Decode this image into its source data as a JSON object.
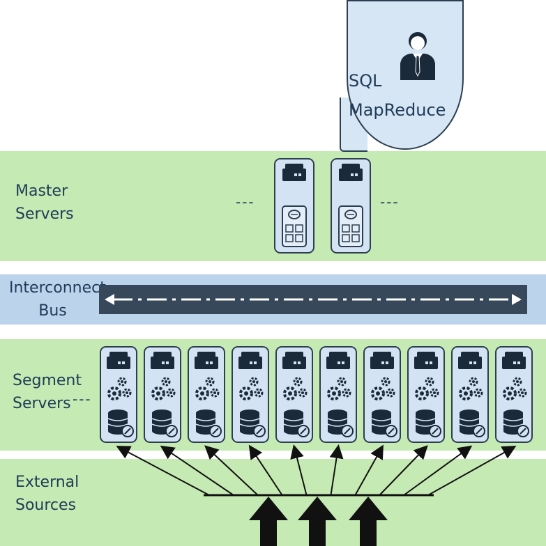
{
  "bubble": {
    "line1": "SQL",
    "line2": "MapReduce",
    "icon": "user-icon"
  },
  "bands": {
    "master": {
      "line1": "Master",
      "line2": "Servers",
      "dashes_left": "---",
      "dashes_right": "---"
    },
    "bus": {
      "line1": "Interconnect",
      "line2": "Bus"
    },
    "segment": {
      "line1": "Segment",
      "line2": "Servers",
      "dashes_left": "---"
    },
    "external": {
      "line1": "External",
      "line2": "Sources"
    }
  },
  "master_servers": {
    "count": 2,
    "icons": [
      "server-icon",
      "control-panel-icon"
    ]
  },
  "segment_servers": {
    "count": 10,
    "icons": [
      "server-icon",
      "gears-icon",
      "database-icon"
    ]
  },
  "external_inputs": {
    "count": 3
  },
  "colors": {
    "band_green": "#c6eab3",
    "band_blue": "#bcd3ec",
    "bus_track": "#37485b",
    "card_fill": "#d4e3f3",
    "outline": "#2c3e50",
    "label_text": "#1f3b57"
  }
}
